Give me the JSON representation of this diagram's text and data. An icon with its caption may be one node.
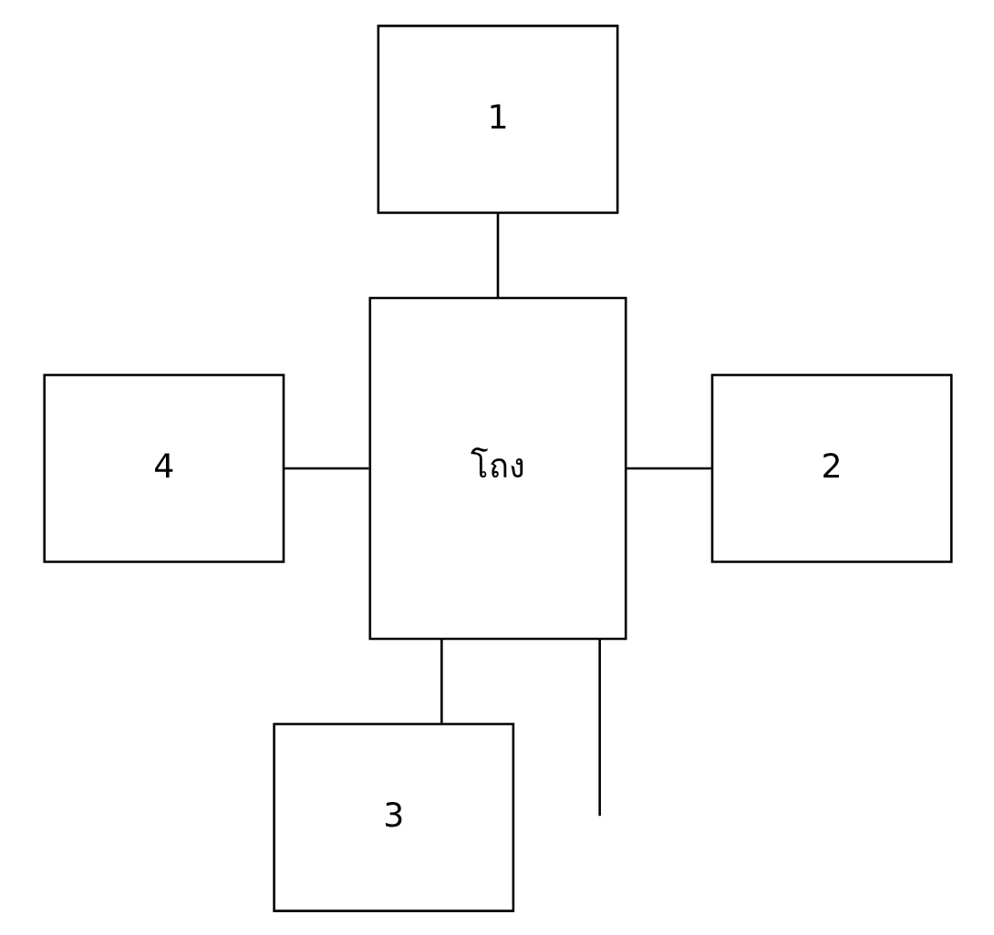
{
  "diagram": {
    "nodes": [
      {
        "text": [
          "1"
        ]
      },
      {
        "text": [
          "4"
        ]
      },
      {
        "text": [
          "2"
        ]
      },
      {
        "text": [
          "โถง"
        ]
      },
      {
        "text": [
          "3"
        ]
      }
    ],
    "edges": [
      {
        "from": 0,
        "to": 3,
        "arrow": "none"
      },
      {
        "from": 1,
        "to": 3,
        "arrow": "none"
      },
      {
        "from": 3,
        "to": 2,
        "arrow": "none"
      },
      {
        "from": 3,
        "to": 4,
        "arrow": "none"
      },
      {
        "from": 3,
        "to": null,
        "arrow": "none"
      }
    ]
  }
}
